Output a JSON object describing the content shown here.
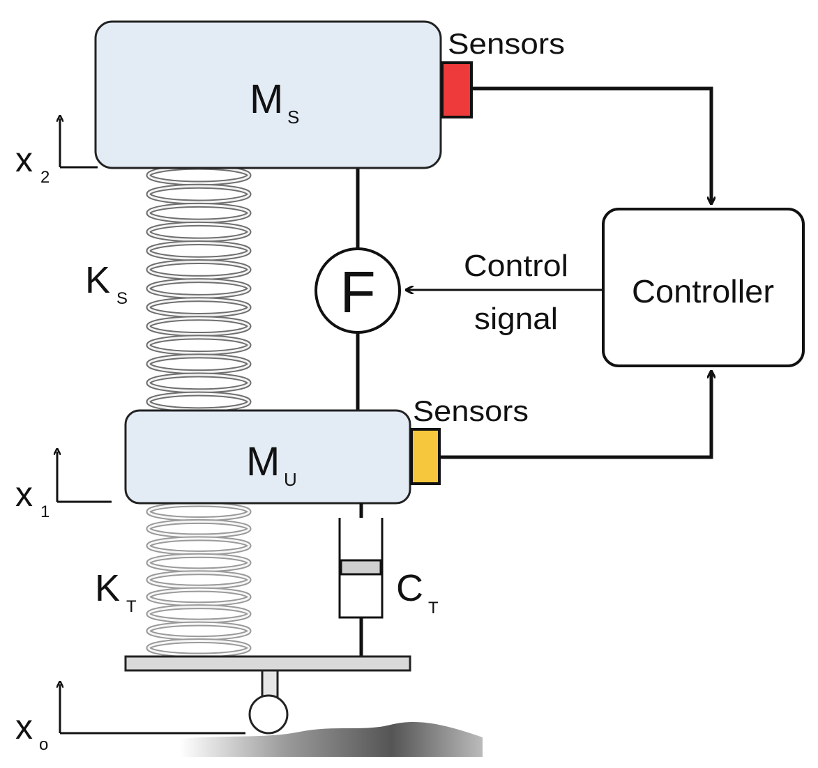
{
  "colors": {
    "mass_fill": "#e3ebf4",
    "mass_stroke": "#222222",
    "sensor_top": "#ee3a3a",
    "sensor_bottom": "#f6c63c",
    "spring_dark": "#8a8a8a",
    "spring_light": "#bdbdbd",
    "ground": "#555555",
    "wire": "#111111"
  },
  "masses": {
    "sprung": {
      "main": "M",
      "sub": "S"
    },
    "unsprung": {
      "main": "M",
      "sub": "U"
    }
  },
  "sensors": {
    "top_label": "Sensors",
    "bottom_label": "Sensors"
  },
  "springs": {
    "suspension": {
      "main": "K",
      "sub": "S"
    },
    "tire": {
      "main": "K",
      "sub": "T"
    }
  },
  "damper": {
    "main": "C",
    "sub": "T"
  },
  "actuator": {
    "label": "F"
  },
  "controller": {
    "label": "Controller"
  },
  "control_signal": {
    "line1": "Control",
    "line2": "signal"
  },
  "displacements": {
    "x2": {
      "main": "x",
      "sub": "2"
    },
    "x1": {
      "main": "x",
      "sub": "1"
    },
    "x0": {
      "main": "x",
      "sub": "o"
    }
  }
}
